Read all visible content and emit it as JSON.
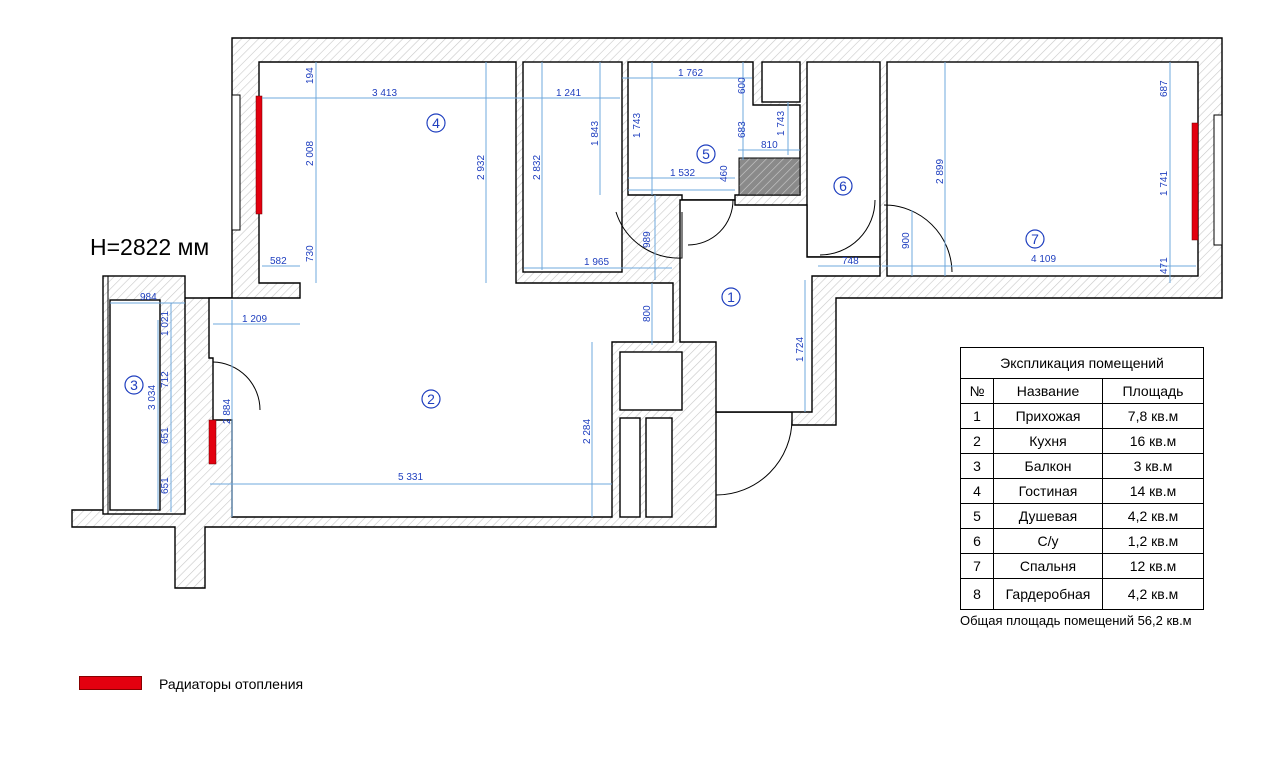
{
  "height_label": "H=2822 мм",
  "rooms": [
    {
      "num": "1"
    },
    {
      "num": "2"
    },
    {
      "num": "3"
    },
    {
      "num": "4"
    },
    {
      "num": "5"
    },
    {
      "num": "6"
    },
    {
      "num": "7"
    }
  ],
  "dimensions": {
    "d194": "194",
    "d3413": "3 413",
    "d1241": "1 241",
    "d1762": "1 762",
    "d600": "600",
    "d687": "687",
    "d2008": "2 008",
    "d2932": "2 932",
    "d2832": "2 832",
    "d1843": "1 843",
    "d1743a": "1 743",
    "d683": "683",
    "d1743b": "1 743",
    "d810": "810",
    "d1532": "1 532",
    "d460": "460",
    "d2899": "2 899",
    "d1741": "1 741",
    "d989": "989",
    "d900": "900",
    "d582": "582",
    "d730": "730",
    "d1965": "1 965",
    "d748": "748",
    "d4109": "4 109",
    "d471": "471",
    "d984": "984",
    "d1021": "1 021",
    "d1209": "1 209",
    "d800": "800",
    "d1724": "1 724",
    "d712": "712",
    "d3034": "3 034",
    "d2884": "2 884",
    "d651a": "651",
    "d651b": "651",
    "d2284": "2 284",
    "d5331": "5 331"
  },
  "explication": {
    "title": "Экспликация помещений",
    "headers": [
      "№",
      "Название",
      "Площадь"
    ],
    "rows": [
      {
        "n": "1",
        "name": "Прихожая",
        "area": "7,8 кв.м"
      },
      {
        "n": "2",
        "name": "Кухня",
        "area": "16 кв.м"
      },
      {
        "n": "3",
        "name": "Балкон",
        "area": "3 кв.м"
      },
      {
        "n": "4",
        "name": "Гостиная",
        "area": "14 кв.м"
      },
      {
        "n": "5",
        "name": "Душевая",
        "area": "4,2 кв.м"
      },
      {
        "n": "6",
        "name": "С/у",
        "area": "1,2 кв.м"
      },
      {
        "n": "7",
        "name": "Спальня",
        "area": "12 кв.м"
      },
      {
        "n": "8",
        "name": "Гардеробная",
        "area": "4,2 кв.м"
      }
    ],
    "total": "Общая площадь помещений 56,2 кв.м"
  },
  "legend": {
    "radiator_label": "Радиаторы отопления",
    "radiator_color": "#e3000f"
  }
}
